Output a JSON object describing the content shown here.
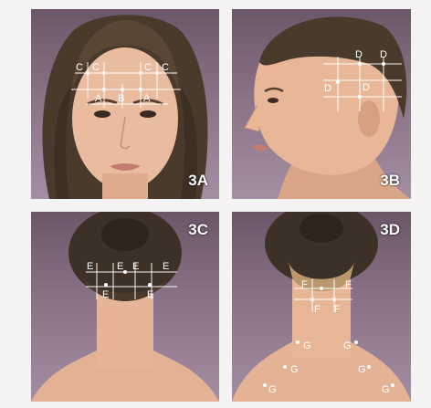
{
  "panels": [
    {
      "id": "3A",
      "tag": "3A"
    },
    {
      "id": "3B",
      "tag": "3B"
    },
    {
      "id": "3C",
      "tag": "3C"
    },
    {
      "id": "3D",
      "tag": "3D"
    }
  ],
  "points": {
    "A": "A",
    "B": "B",
    "C": "C",
    "D": "D",
    "E": "E",
    "F": "F",
    "G": "G"
  },
  "colors": {
    "background": "#f4f2f3",
    "panel_bg": "#8a7286",
    "hair": "#3a2d22",
    "skin": "#e8b89a",
    "grid": "#ffffff"
  }
}
